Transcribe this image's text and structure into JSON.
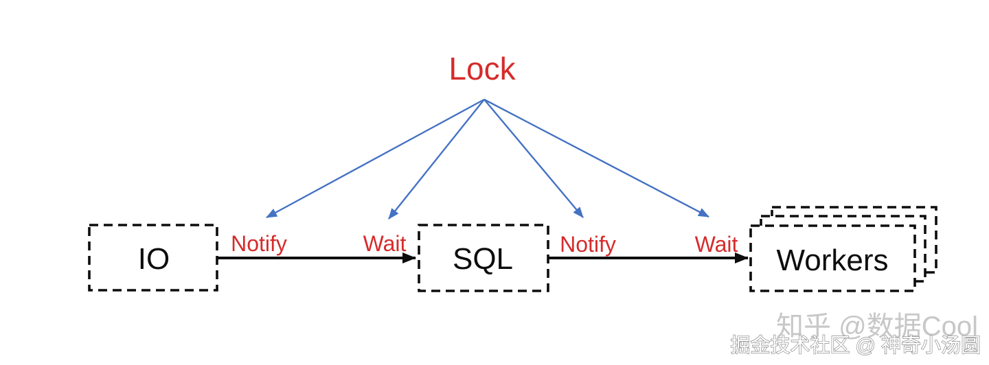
{
  "diagram": {
    "title": "Lock",
    "colors": {
      "red": "#d62b2b",
      "blue_arrow": "#4472c4",
      "black": "#0d0d0d",
      "watermark_gray": "#c7c7c7"
    },
    "nodes": [
      {
        "id": "io",
        "label": "IO",
        "style": "dashed-box"
      },
      {
        "id": "sql",
        "label": "SQL",
        "style": "dashed-box"
      },
      {
        "id": "workers",
        "label": "Workers",
        "style": "dashed-box-stack",
        "stack_count": 3
      }
    ],
    "edges": [
      {
        "from": "IO",
        "to": "SQL",
        "labels": [
          "Notify",
          "Wait"
        ]
      },
      {
        "from": "SQL",
        "to": "Workers",
        "labels": [
          "Notify",
          "Wait"
        ]
      }
    ],
    "lock_fan_arrow_count": 4
  },
  "watermarks": {
    "top": "知乎 @数据Cool",
    "bottom": "掘金技术社区 @ 神奇小汤圆"
  }
}
